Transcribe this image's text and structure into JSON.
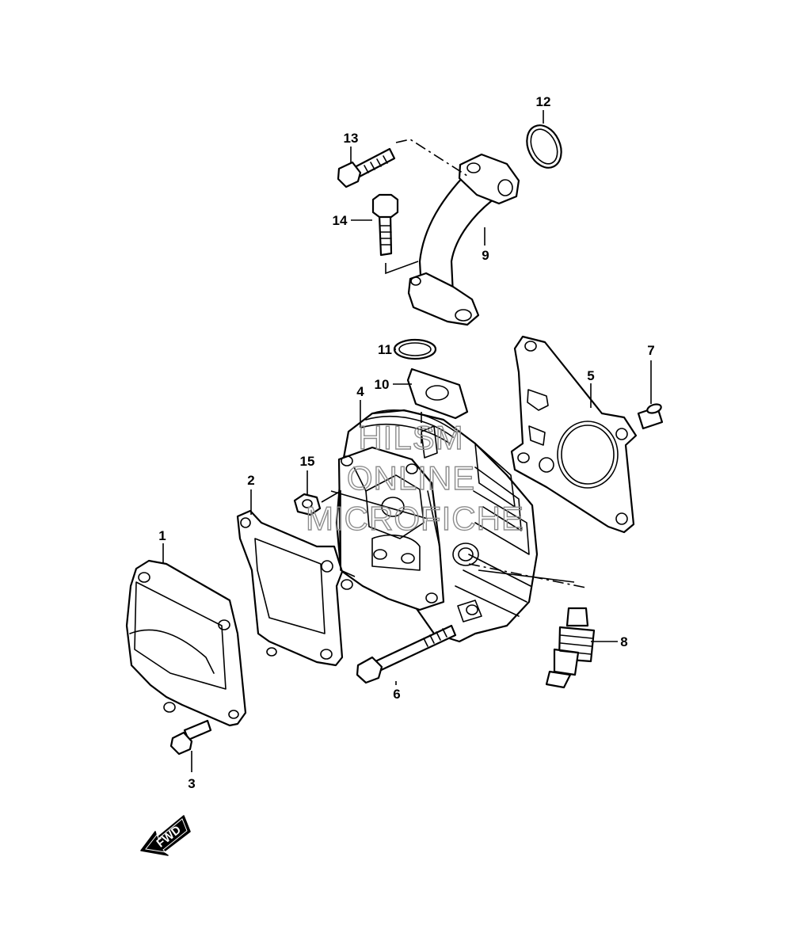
{
  "callouts": [
    {
      "id": "1",
      "label": "1"
    },
    {
      "id": "2",
      "label": "2"
    },
    {
      "id": "3",
      "label": "3"
    },
    {
      "id": "4",
      "label": "4"
    },
    {
      "id": "5",
      "label": "5"
    },
    {
      "id": "6",
      "label": "6"
    },
    {
      "id": "7",
      "label": "7"
    },
    {
      "id": "8",
      "label": "8"
    },
    {
      "id": "9",
      "label": "9"
    },
    {
      "id": "10",
      "label": "10"
    },
    {
      "id": "11",
      "label": "11"
    },
    {
      "id": "12",
      "label": "12"
    },
    {
      "id": "13",
      "label": "13"
    },
    {
      "id": "14",
      "label": "14"
    },
    {
      "id": "15",
      "label": "15"
    }
  ],
  "watermark": {
    "line1": "HILSM",
    "line2": "ONLINE",
    "line3": "MICROFICHE"
  },
  "direction_arrow": {
    "label": "FWD",
    "icon": "forward-arrow-icon"
  }
}
